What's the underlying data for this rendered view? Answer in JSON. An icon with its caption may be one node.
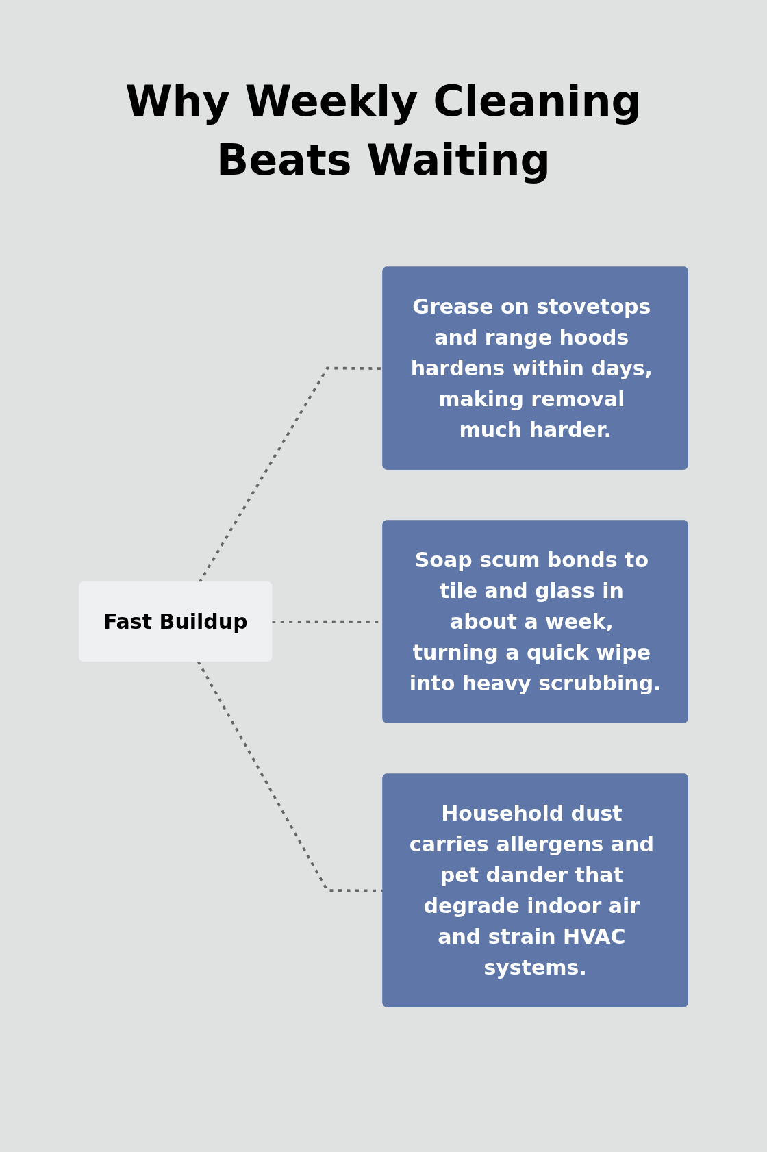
{
  "diagram": {
    "title": "Why Weekly Cleaning Beats Waiting",
    "nodes": [
      {
        "text": [
          "Fast Buildup"
        ]
      },
      {
        "text": [
          "Grease on stovetops and range hoods hardens within days, making removal much harder."
        ]
      },
      {
        "text": [
          "Soap scum bonds to tile and glass in about a week, turning a quick wipe into heavy scrubbing."
        ]
      },
      {
        "text": [
          "Household dust carries allergens and pet dander that degrade indoor air and strain HVAC systems."
        ]
      }
    ],
    "edges": [
      {
        "from": 0,
        "to": 1,
        "arrow": "none",
        "style": "dashed"
      },
      {
        "from": 0,
        "to": 2,
        "arrow": "none",
        "style": "dashed"
      },
      {
        "from": 0,
        "to": 3,
        "arrow": "none",
        "style": "dashed"
      }
    ]
  }
}
